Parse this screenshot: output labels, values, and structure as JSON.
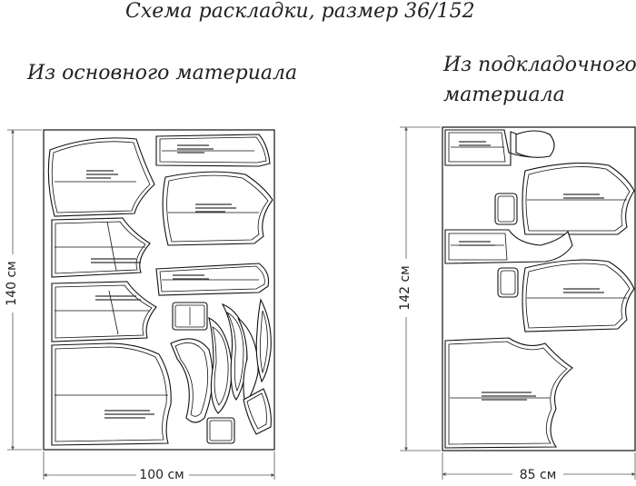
{
  "title": "Схема раскладки, размер 36/152",
  "main_material": {
    "label": "Из основного материала",
    "width_label": "100 см",
    "height_label": "140 см"
  },
  "lining_material": {
    "label_line1": "Из подкладочного",
    "label_line2": "материала",
    "width_label": "85 см",
    "height_label": "142 см"
  }
}
